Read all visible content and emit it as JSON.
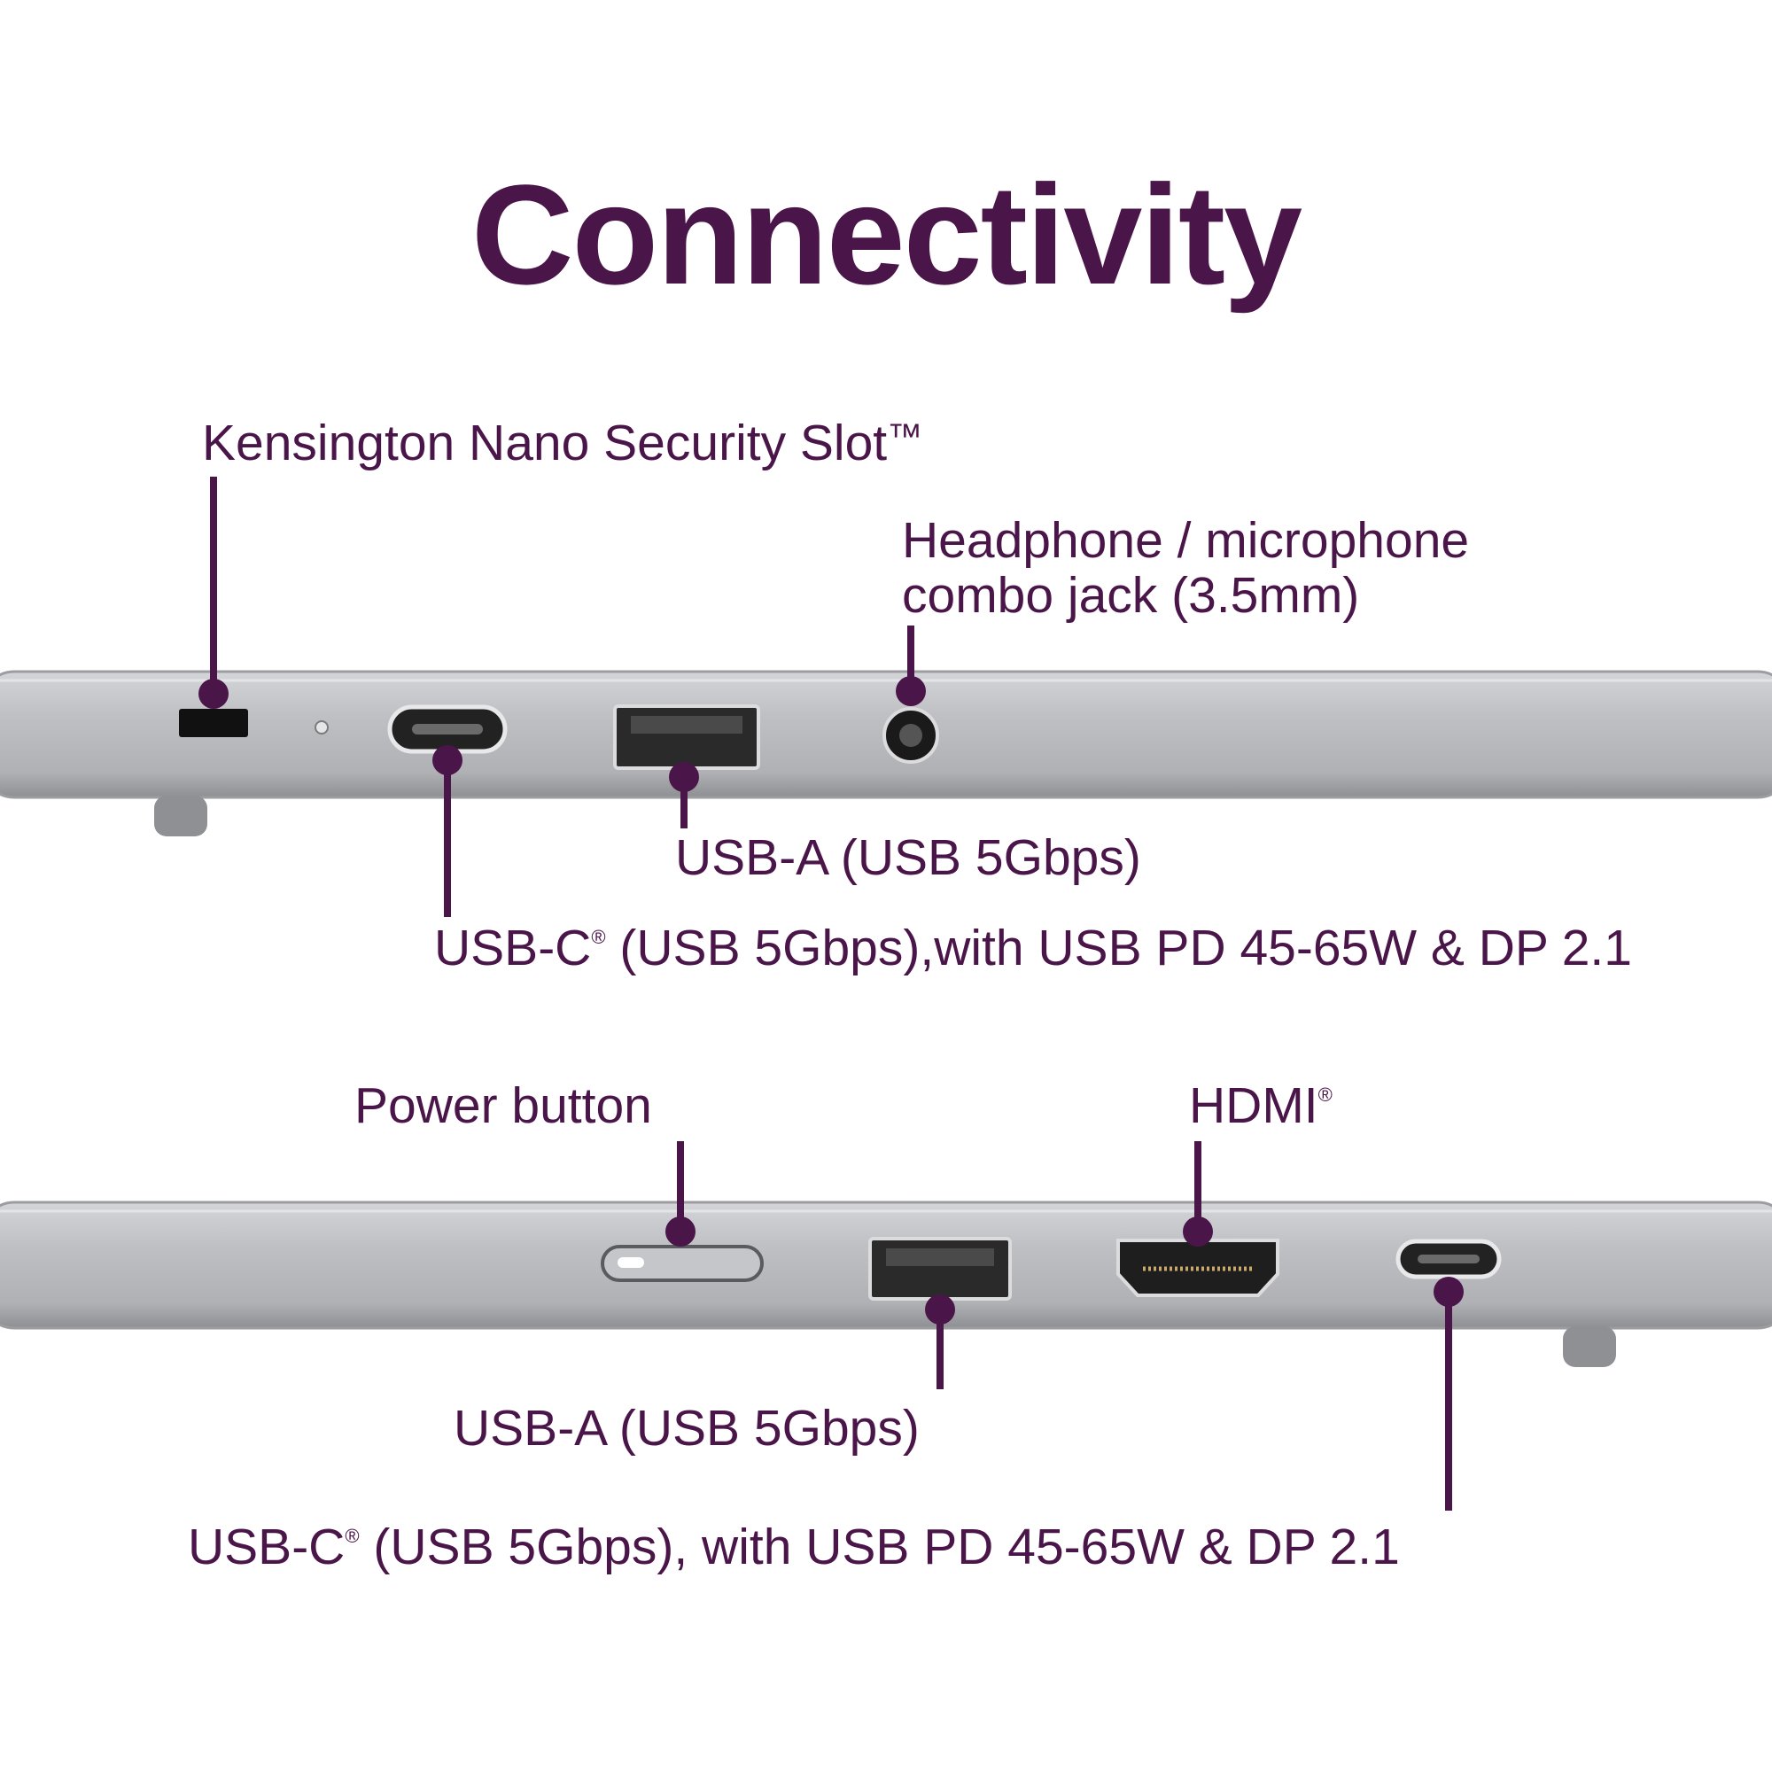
{
  "title": "Connectivity",
  "colors": {
    "accent": "#4a1548",
    "chassis": "#b3b4b8",
    "chassis_light": "#c9cacd",
    "chassis_dark": "#8f9094",
    "port": "#111111",
    "background": "#ffffff"
  },
  "top_side": {
    "ports": [
      {
        "name": "security-slot",
        "label": "Kensington Nano Security Slot",
        "mark": "™"
      },
      {
        "name": "headphone-jack",
        "label_line1": "Headphone / microphone",
        "label_line2": "combo jack (3.5mm)"
      },
      {
        "name": "usb-a-left",
        "label": "USB-A (USB 5Gbps)"
      },
      {
        "name": "usb-c-left",
        "label_prefix": "USB-C",
        "mark": "®",
        "label_suffix": " (USB 5Gbps),with USB PD 45-65W & DP 2.1"
      }
    ]
  },
  "bottom_side": {
    "ports": [
      {
        "name": "power-button",
        "label": "Power button"
      },
      {
        "name": "hdmi",
        "label": "HDMI",
        "mark": "®"
      },
      {
        "name": "usb-a-right",
        "label": "USB-A (USB 5Gbps)"
      },
      {
        "name": "usb-c-right",
        "label_prefix": "USB-C",
        "mark": "®",
        "label_suffix": " (USB 5Gbps), with USB PD 45-65W & DP 2.1"
      }
    ]
  }
}
